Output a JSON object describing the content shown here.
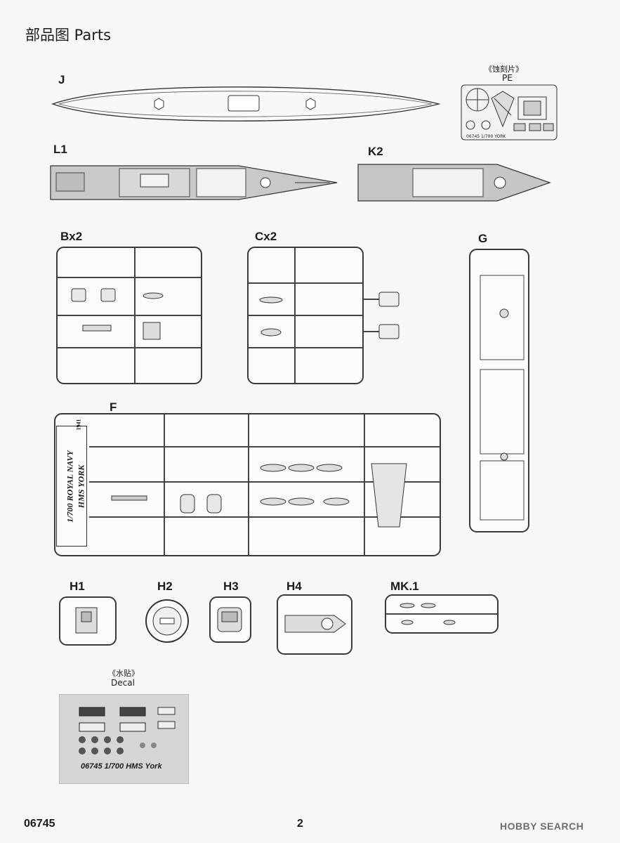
{
  "page": {
    "title": "部品图 Parts",
    "page_number": "2",
    "kit_number": "06745",
    "watermark": "HOBBY SEARCH"
  },
  "parts": {
    "J": "J",
    "L1": "L1",
    "K2": "K2",
    "B": "Bx2",
    "C": "Cx2",
    "G": "G",
    "F": "F",
    "H1": "H1",
    "H2": "H2",
    "H3": "H3",
    "H4": "H4",
    "MK1": "MK.1"
  },
  "pe": {
    "caption_cn": "《蚀刻片》",
    "caption": "PE",
    "fret_text": "06745 1/700 YORK"
  },
  "decal": {
    "caption_cn": "《水贴》",
    "caption": "Decal",
    "sheet_text": "06745 1/700 HMS York"
  },
  "sprue_f": {
    "side_text_1": "1/700 ROYAL NAVY",
    "side_text_2": "HMS YORK",
    "year": "1941"
  }
}
